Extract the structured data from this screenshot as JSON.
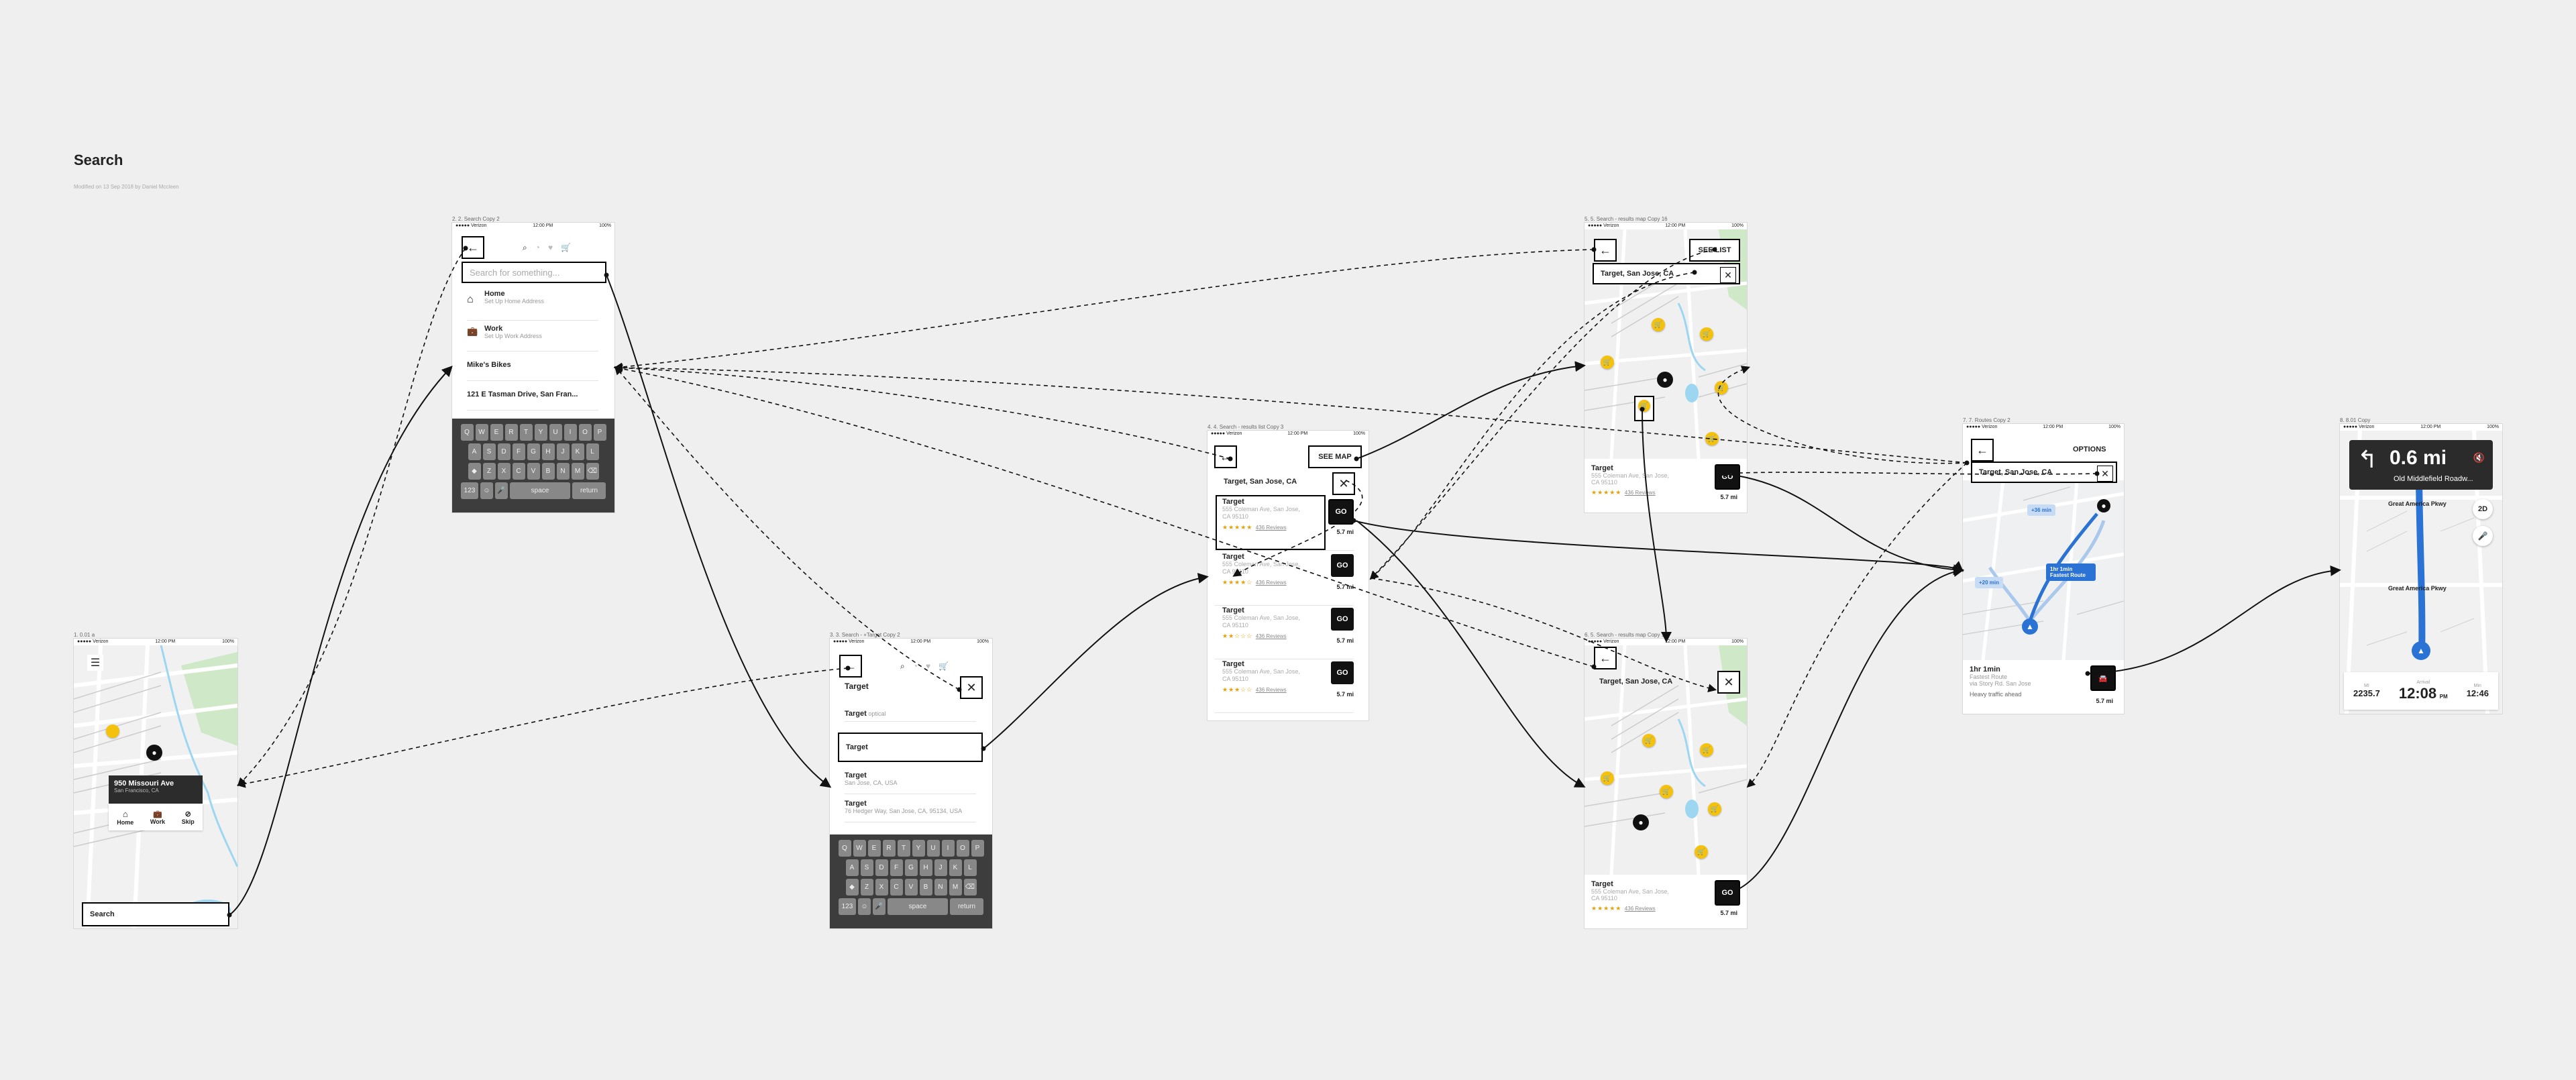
{
  "page": {
    "title": "Search",
    "subtitle": "Modified on 13 Sep 2018 by Daniel Mccleen"
  },
  "status": {
    "carrier": "●●●●● Verizon",
    "time": "12:00 PM",
    "battery": "100%"
  },
  "icons": {
    "back": "←",
    "search": "🔍",
    "clear": "✕",
    "menu": "☰",
    "home": "⌂",
    "work": "💼",
    "skip": "⊘",
    "car": "🚘",
    "mic": "🎤",
    "turn": "↰",
    "mute": "🔇"
  },
  "frames": {
    "f1": {
      "label": "1. 0.01 a",
      "tooltip_title": "950 Missouri Ave",
      "tooltip_sub": "San Francisco, CA",
      "actions": [
        "Home",
        "Work",
        "Skip"
      ],
      "search_label": "Search"
    },
    "f2": {
      "label": "2. 2. Search Copy 2",
      "placeholder": "Search for something...",
      "items": [
        {
          "title": "Home",
          "sub": "Set Up Home Address"
        },
        {
          "title": "Work",
          "sub": "Set Up Work Address"
        },
        {
          "title": "Mike's Bikes",
          "sub": ""
        },
        {
          "title": "121 E Tasman Drive, San Fran...",
          "sub": ""
        }
      ]
    },
    "f3": {
      "label": "3. 3. Search - +Target Copy 2",
      "query": "Target",
      "suggestions": [
        {
          "title": "Target",
          "rest": " optical",
          "sub": ""
        },
        {
          "title": "Target",
          "rest": "",
          "sub": ""
        },
        {
          "title": "Target",
          "rest": "",
          "sub": "San Jose, CA, USA"
        },
        {
          "title": "Target",
          "rest": "",
          "sub": "76 Hedger Way, San Jose, CA, 95134, USA"
        }
      ]
    },
    "f4": {
      "label": "4. 4. Search - results list Copy 3",
      "see_map": "SEE MAP",
      "query": "Target, San Jose, CA",
      "results": [
        {
          "title": "Target",
          "addr": "555 Coleman Ave, San Jose, CA 95110",
          "stars": "★★★★★",
          "reviews": "436 Reviews",
          "dist": "5.7 mi"
        },
        {
          "title": "Target",
          "addr": "555 Coleman Ave, San Jose, CA 95110",
          "stars": "★★★★☆",
          "reviews": "436 Reviews",
          "dist": "5.7 mi"
        },
        {
          "title": "Target",
          "addr": "555 Coleman Ave, San Jose, CA 95110",
          "stars": "★★☆☆☆",
          "reviews": "436 Reviews",
          "dist": "5.7 mi"
        },
        {
          "title": "Target",
          "addr": "555 Coleman Ave, San Jose, CA 95110",
          "stars": "★★★☆☆",
          "reviews": "436 Reviews",
          "dist": "5.7 mi"
        }
      ],
      "go": "GO"
    },
    "f5": {
      "label": "5. 5. Search - results map Copy 16",
      "see_list": "SEE LIST",
      "query": "Target, San Jose, CA",
      "card": {
        "title": "Target",
        "addr": "555 Coleman Ave, San Jose, CA 95110",
        "stars": "★★★★★",
        "reviews": "436 Reviews",
        "dist": "5.7 mi"
      },
      "go": "GO"
    },
    "f6": {
      "label": "6. 5. Search - results map Copy 17",
      "query": "Target, San Jose, CA",
      "card": {
        "title": "Target",
        "addr": "555 Coleman Ave, San Jose, CA 95110",
        "stars": "★★★★★",
        "reviews": "436 Reviews",
        "dist": "5.7 mi"
      },
      "go": "GO"
    },
    "f7": {
      "label": "7. 7. Routes Copy 2",
      "options": "OPTIONS",
      "query": "Target, San Jose, CA",
      "bubbles": [
        "+36 min",
        "+20 min"
      ],
      "route_label": "1hr 1min\nFastest Route",
      "eta": "1hr 1min",
      "eta_sub": "Fastest Route",
      "eta_via": "via Story Rd. San Jose",
      "traffic": "Heavy traffic ahead",
      "dist": "5.7 mi"
    },
    "f8": {
      "label": "8. 8.01 Copy",
      "distance": "0.6 mi",
      "street": "Old Middlefield Roadw...",
      "road1": "Great America Pkwy",
      "road2": "Great America Pkwy",
      "mode": "2D",
      "miles_lbl": "MI",
      "miles": "2235.7",
      "arrival_lbl": "Arrival",
      "arrival": "12:08",
      "arrival_pm": "PM",
      "time_lbl": "Min",
      "time": "12:46"
    }
  },
  "keyboard": {
    "row1": [
      "Q",
      "W",
      "E",
      "R",
      "T",
      "Y",
      "U",
      "I",
      "O",
      "P"
    ],
    "row2": [
      "A",
      "S",
      "D",
      "F",
      "G",
      "H",
      "J",
      "K",
      "L"
    ],
    "row3": [
      "◆",
      "Z",
      "X",
      "C",
      "V",
      "B",
      "N",
      "M",
      "⌫"
    ],
    "row4": [
      "123",
      "☺",
      "🎤",
      "space",
      "return"
    ]
  }
}
